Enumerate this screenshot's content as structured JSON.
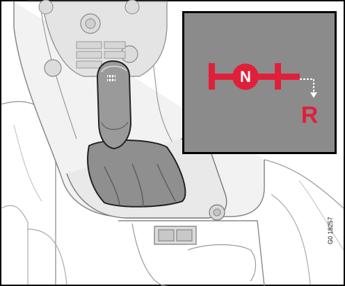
{
  "figure": {
    "reference_code": "G0 18257"
  },
  "inset": {
    "neutral_label": "N",
    "reverse_label": "R",
    "colors": {
      "background": "#8b8b8b",
      "symbol": "#e0203a",
      "neutral_text": "#ffffff",
      "frame": "#000000"
    }
  },
  "icons": [
    "gear-lever-icon",
    "shift-pattern-icon"
  ]
}
